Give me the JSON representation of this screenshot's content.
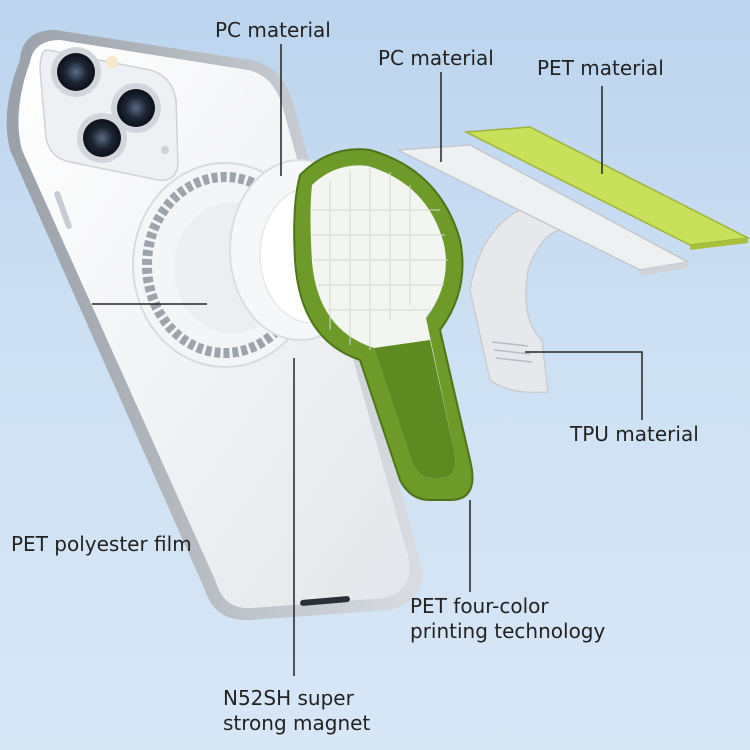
{
  "labels": {
    "pc_top": "PC material",
    "pc_right": "PC material",
    "pet_right": "PET material",
    "tpu": "TPU material",
    "pet_film": "PET polyester film",
    "pet_print": [
      "PET four-color",
      "printing technology"
    ],
    "magnet": [
      "N52SH super",
      "strong magnet"
    ]
  },
  "colors": {
    "background": "#c8dcf1",
    "phone": "#f2f3f5",
    "accent_green": "#5e8a22",
    "lime": "#c9e05a",
    "line": "#222222"
  }
}
